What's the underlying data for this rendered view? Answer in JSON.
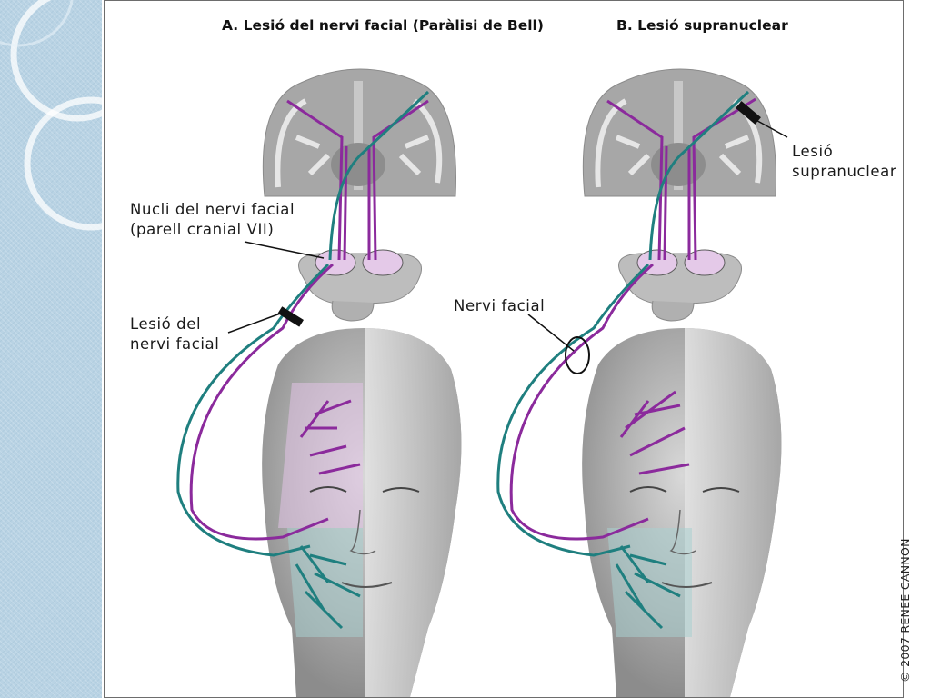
{
  "panel_a": {
    "title": "A. Lesió del nervi facial (Paràlisi de Bell)",
    "nucleus_label_line1": "Nucli del nervi facial",
    "nucleus_label_line2": "(parell cranial VII)",
    "lesion_label_line1": "Lesió del",
    "lesion_label_line2": "nervi facial"
  },
  "panel_b": {
    "title": "B. Lesió supranuclear",
    "lesion_label_line1": "Lesió",
    "lesion_label_line2": "supranuclear",
    "nerve_label": "Nervi facial"
  },
  "copyright": "© 2007 RENEE CANNON",
  "colors": {
    "purple_pathway": "#8b2a9c",
    "teal_pathway": "#1f7f7f",
    "brain_gray": "#9a9a9a",
    "slide_background": "#b9d3e4"
  }
}
